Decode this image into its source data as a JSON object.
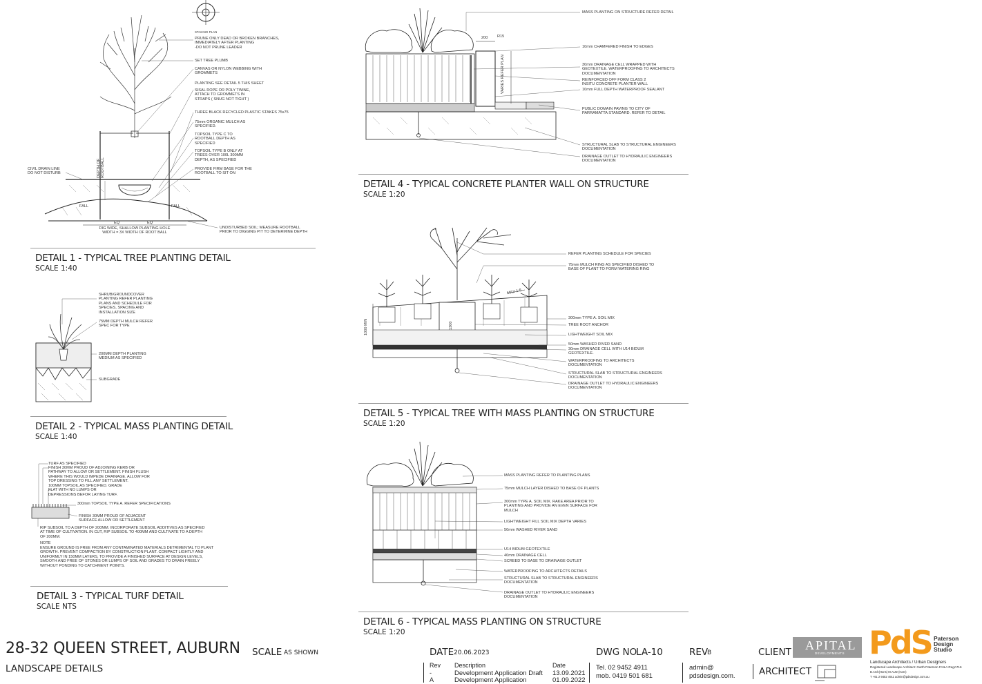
{
  "detail1": {
    "title": "DETAIL 1 - TYPICAL TREE PLANTING DETAIL",
    "scale": "SCALE 1:40",
    "staking_plan": "STAKING PLAN",
    "notes": [
      "PRUNE ONLY DEAD OR BROKEN BRANCHES,",
      "IMMEDIATELY AFTER PLANTING",
      "-DO NOT PRUNE LEADER",
      "SET TREE PLUMB",
      "CANVAS OR NYLON WEBBING WITH GROMMETS",
      "PLANTING SEE DETAIL 5 THIS SHEET",
      "SISAL ROPE OR POLY TWINE, ATTACH TO GROMMETS IN STRAPS ( SNUG NOT TIGHT )",
      "THREE BLACK RECYCLED PLASTIC STAKES 75x75",
      "75mm ORGANIC MULCH AS SPECIFIED.",
      "TOPSOIL TYPE C TO ROOTBALL DEPTH AS SPECIFIED",
      "TOPSOIL TYPE B ONLY AT TREES OVER 100L 300MM DEPTH, AS SPECIFIED",
      "PROVIDE FIRM BASE FOR THE ROOTBALL TO SIT ON",
      "UNDISTURBED SOIL; MEASURE ROOTBALL PRIOR TO DIGGING PIT TO DETERMINE DEPTH"
    ],
    "civil": "CIVIL DRAIN LINE DO NOT DISTURB",
    "dig": "DIG WIDE, SHALLOW PLANTING HOLE WIDTH = 3X WIDTH OF ROOT BALL",
    "depth_label": "DEPTH OF ROOTBALL",
    "eq": "EQ",
    "fall": "FALL"
  },
  "detail2": {
    "title": "DETAIL 2 - TYPICAL MASS PLANTING DETAIL",
    "scale": "SCALE 1:40",
    "notes": [
      "SHRUB/GROUNDCOVER PLANTING REFER PLANTING PLANS AND SCHEDULE FOR SPECIES, SPACING AND INSTALLATION SIZE",
      "75MM DEPTH MULCH REFER SPEC FOR TYPE",
      "200MM DEPTH PLANTING MEDIUM AS SPECIFIED",
      "SUBGRADE"
    ]
  },
  "detail3": {
    "title": "DETAIL 3 - TYPICAL TURF DETAIL",
    "scale": "SCALE NTS",
    "notes": [
      "TURF AS SPECIFIED",
      "FINISH 30MM PROUD OF ADJOINING KERB OR PATHWAY TO ALLOW OR SETTLEMENT. FINISH FLUSH WHERE THIS WOULD IMPEDE DRAINAGE. ALLOW FOR TOP DRESSING TO FILL ANY SETTLEMENT.",
      "100MM TOPSOIL AS SPECIFIED. GRADE FLAT WITH NO LUMPS OR DEPRESSIONS BEFOR LAYING TURF.",
      "300mm TOPSOIL TYPE A. REFER SPECIFICATIONS",
      "FINISH 30MM PROUD OF ADJACENT SURFACE ALLOW OR SETTLEMENT",
      "RIP SUBSOIL TO A DEPTH OF 200MM. INCORPORATE SUBSOIL ADDITIVES AS SPECIFIED AT TIME OF CULTIVATION. IN CUT, RIP SUBSOIL TO 400MM AND CULTIVATE TO A DEPTH OF 200MM."
    ],
    "note_heading": "NOTE",
    "note_body": "ENSURE GROUND IS FREE FROM ANY CONTAMINATED MATERIALS DETRIMENTAL TO PLANT GROWTH. PREVENT COMPACTION BY CONSTRUCTION PLANT. COMPACT LIGHTLY AND UNIFORMLY IN 150MM LAYERS, TO PROVIDE A FINISHED SURFACE AT DESIGN LEVELS, SMOOTH AND FREE OF STONES OR LUMPS OF SOIL AND GRADES TO DRAIN FREELY WITHOUT PONDING TO CATCHMENT POINTS."
  },
  "detail4": {
    "title": "DETAIL 4 - TYPICAL CONCRETE PLANTER WALL ON STRUCTURE",
    "scale": "SCALE 1:20",
    "dim_200": "200",
    "dim_15": "R15",
    "varies": "VARIES REFER PLAN",
    "notes": [
      "MASS PLANTING ON STRUCTURE REFER DETAIL",
      "10mm CHAMFERED FINISH TO EDGES",
      "30mm DRAINAGE CELL WRAPPED WITH GEOTEXTILE. WATERPROOFING TO ARCHITECTS DOCUMENTATION",
      "REINFORCED OFF FORM CLASS 2 INSITU CONCRETE PLANTER WALL",
      "10mm FULL DEPTH WATERPROOF SEALANT",
      "PUBLIC DOMAIN PAVING TO CITY OF PARRAMATTA STANDARD. REFER TO DETAIL",
      "STRUCTURAL SLAB TO STRUCTURAL ENGINEERS DOCUMENTATION",
      "DRAINAGE OUTLET TO HYDRAULIC ENGINEERS DOCUMENTATION"
    ]
  },
  "detail5": {
    "title": "DETAIL 5 - TYPICAL TREE WITH MASS PLANTING ON STRUCTURE",
    "scale": "SCALE 1:20",
    "dim_1000": "1000 MIN",
    "dim_1300": "1300",
    "max": "MAX 1:5",
    "notes": [
      "REFER PLANTING SCHEDULE FOR SPECIES",
      "75mm MULCH RING AS SPECIFIED DISHED TO BASE OF PLANT TO FORM WATERING RING",
      "300mm TYPE A. SOIL MIX",
      "TREE ROOT ANCHOR",
      "LIGHTWEIGHT SOIL MIX",
      "50mm WASHED RIVER SAND",
      "30mm DRAINAGE CELL WITH U14 BIDUM GEOTEXTILE.",
      "WATERPROOFING TO ARCHITECTS DOCUMENTATION",
      "STRUCTURAL SLAB TO STRUCTURAL ENGINEERS DOCUMENTATION",
      "DRAINAGE OUTLET TO HYDRAULIC ENGINEERS DOCUMENTATION"
    ]
  },
  "detail6": {
    "title": "DETAIL 6 - TYPICAL MASS PLANTING ON STRUCTURE",
    "scale": "SCALE 1:20",
    "notes": [
      "MASS PLANTING REFER TO PLANTING PLANS",
      "75mm MULCH LAYER DISHED TO BASE OF PLANTS",
      "300mm TYPE A. SOIL MIX. RAKE AREA PRIOR TO PLANTING AND PROVIDE AN EVEN SURFACE FOR MULCH",
      "LIGHTWEIGHT FILL SOIL MIX DEPTH VARIES",
      "50mm WASHED RIVER SAND",
      "U14 BIDUM GEOTEXTILE",
      "40mm DRAINAGE CELL",
      "SCREED TO BASE TO DRAINAGE OUTLET",
      "WATERPROOFING TO ARCHITECTS DETAILS",
      "STRUCTURAL SLAB TO STRUCTURAL ENGINEERS DOCUMENTATION",
      "DRAINAGE OUTLET TO HYDRAULIC ENGINEERS DOCUMENTATION"
    ]
  },
  "titleblock": {
    "project": "28-32 QUEEN STREET, AUBURN",
    "sheet": "LANDSCAPE DETAILS",
    "scale_label": "SCALE",
    "scale_value": "AS SHOWN",
    "date_label": "DATE",
    "date_value": "20.06.2023",
    "dwg_label": "DWG NO",
    "dwg_value": "LA-10",
    "rev_label": "REV",
    "rev_value": "B",
    "client_label": "CLIENT",
    "client_logo": "APITAL",
    "client_logo_sub": "DEVELOPMENTS",
    "architect_label": "ARCHITECT",
    "revisions": {
      "headers": [
        "Rev",
        "Description",
        "Date"
      ],
      "rows": [
        [
          "-",
          "Development Application Draft",
          "13.09.2021"
        ],
        [
          "A",
          "Development Application",
          "01.09.2022"
        ]
      ]
    },
    "tel": "Tel. 02 9452 4911",
    "mob": "mob. 0419 501 681",
    "email1": "admin@",
    "email2": "pdsdesign.com.",
    "logo": "PdS",
    "logo_name": [
      "Paterson",
      "Design",
      "Studio"
    ],
    "firm_line1": "Landscape Architects / Urban Designers",
    "firm_line2": "Registered Landscape Architect: Garth Paterson FAILA RegA716",
    "firm_line3": "B.Arch(Hons) M.AUD (Harv)",
    "firm_line4": "T +61 2 9452 4911    admin@pdsdesign.com.au",
    "colors": {
      "logo_orange": "#f39a1c",
      "client_grey": "#9a9a9a"
    }
  }
}
